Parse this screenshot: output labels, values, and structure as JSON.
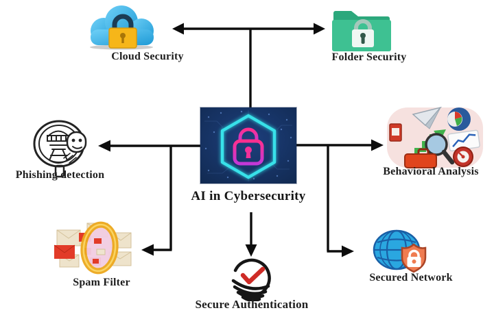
{
  "diagram_title": "AI in Cybersecurity",
  "center": {
    "label": "AI in Cybersecurity",
    "icon": "neon-hexagon-lock-icon",
    "box_color": "#15325f",
    "hexagon_color": "#38e1e9",
    "lock_color": "#e63890"
  },
  "nodes": [
    {
      "id": "cloud-security",
      "label": "Cloud Security",
      "icon": "cloud-lock-icon",
      "position": "top-left"
    },
    {
      "id": "folder-security",
      "label": "Folder Security",
      "icon": "folder-lock-icon",
      "position": "top-right"
    },
    {
      "id": "phishing-detection",
      "label": "Phishing detection",
      "icon": "magnifier-burglar-icon",
      "position": "middle-left"
    },
    {
      "id": "behavioral-analysis",
      "label": "Behavioral Analysis",
      "icon": "analytics-collage-icon",
      "position": "middle-right"
    },
    {
      "id": "spam-filter",
      "label": "Spam Filter",
      "icon": "envelope-funnel-icon",
      "position": "bottom-left"
    },
    {
      "id": "secure-authentication",
      "label": "Secure Authentication",
      "icon": "fingerprint-check-icon",
      "position": "bottom-center"
    },
    {
      "id": "secured-network",
      "label": "Secured Network",
      "icon": "globe-shield-icon",
      "position": "bottom-right"
    }
  ],
  "connections": [
    {
      "from": "center",
      "to": "cloud-security"
    },
    {
      "from": "center",
      "to": "folder-security"
    },
    {
      "from": "center",
      "to": "phishing-detection"
    },
    {
      "from": "center",
      "to": "behavioral-analysis"
    },
    {
      "from": "center",
      "to": "spam-filter"
    },
    {
      "from": "center",
      "to": "secure-authentication"
    },
    {
      "from": "center",
      "to": "secured-network"
    }
  ],
  "colors": {
    "arrow": "#0d0d0d",
    "label_text": "#1e1e1e",
    "background": "#ffffff"
  }
}
